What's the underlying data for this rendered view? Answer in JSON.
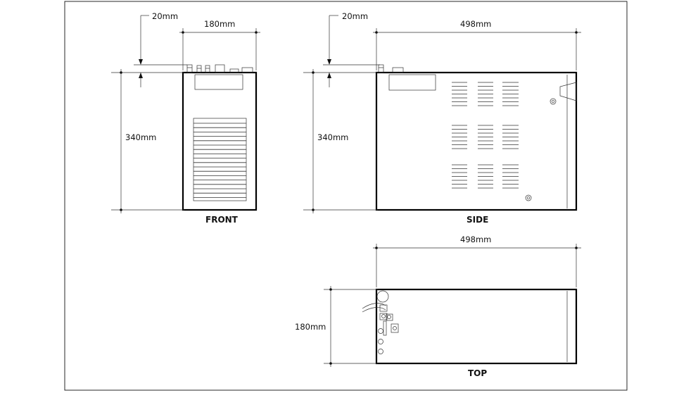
{
  "views": {
    "front": {
      "title": "FRONT",
      "height_label": "340mm",
      "width_label": "180mm",
      "offset_label": "20mm"
    },
    "side": {
      "title": "SIDE",
      "height_label": "340mm",
      "length_label": "498mm",
      "offset_label": "20mm"
    },
    "top": {
      "title": "TOP",
      "length_label": "498mm",
      "depth_label": "180mm"
    }
  }
}
